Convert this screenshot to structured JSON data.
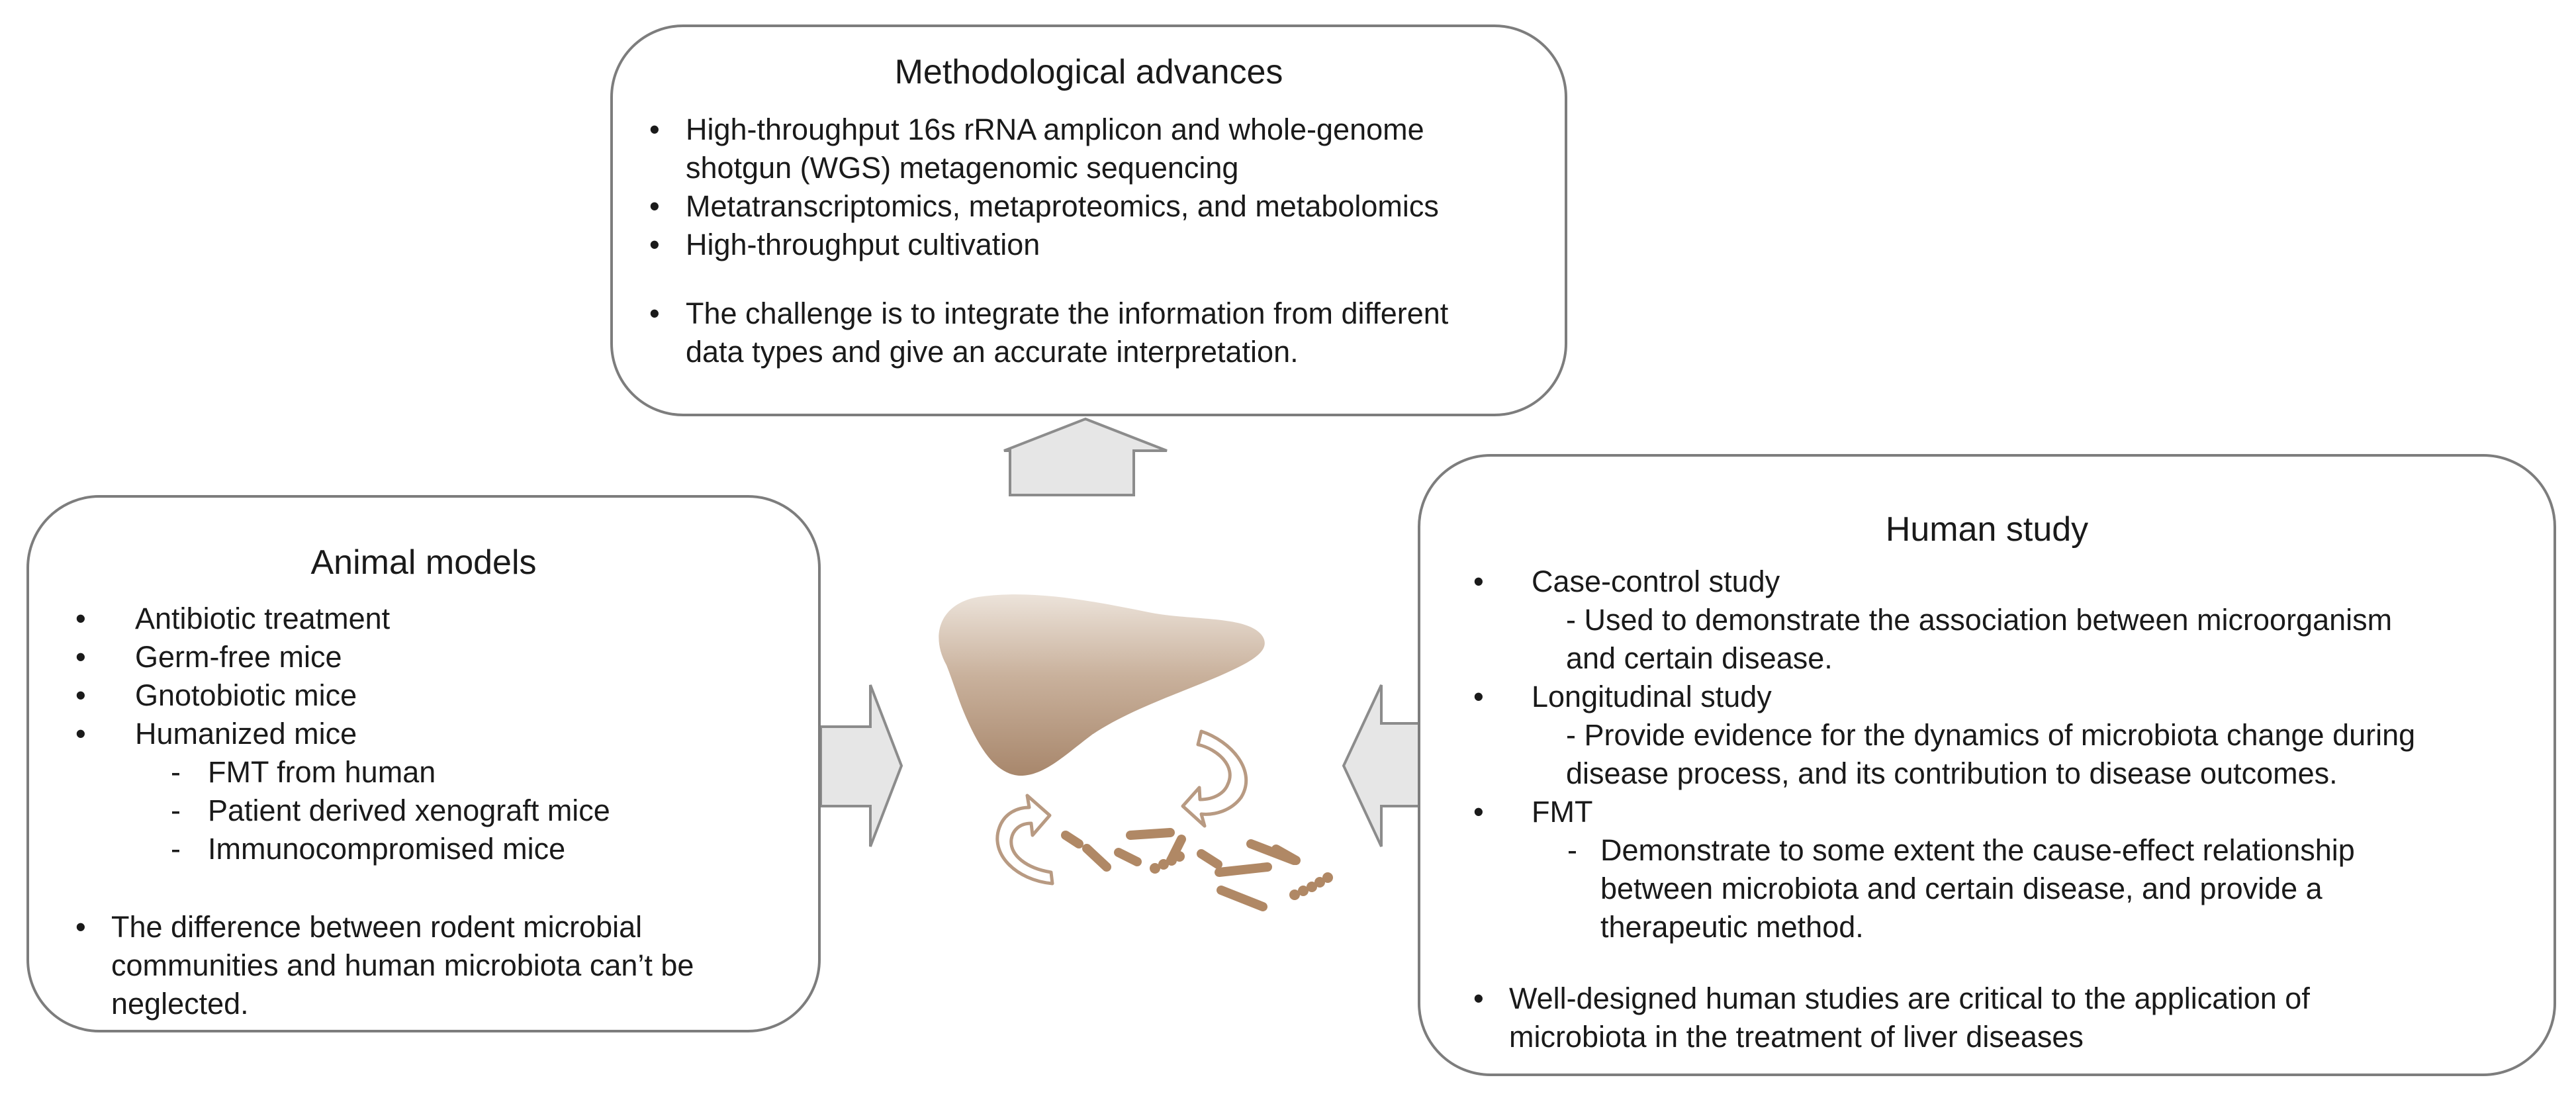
{
  "methodological": {
    "title": "Methodological advances",
    "bullets": [
      {
        "lines": [
          "High-throughput 16s rRNA amplicon and whole-genome",
          "shotgun (WGS) metagenomic sequencing"
        ]
      },
      {
        "lines": [
          "Metatranscriptomics, metaproteomics, and metabolomics"
        ]
      },
      {
        "lines": [
          "High-throughput cultivation"
        ]
      },
      {
        "lines": [
          "The challenge is to integrate the information from different",
          "data types and give an accurate interpretation."
        ]
      }
    ]
  },
  "animal": {
    "title": "Animal models",
    "bullets": [
      "Antibiotic treatment",
      "Germ-free mice",
      "Gnotobiotic mice",
      "Humanized mice"
    ],
    "sub_items": [
      "FMT from human",
      "Patient derived xenograft mice",
      "Immunocompromised mice"
    ],
    "note_lines": [
      "The difference between rodent microbial",
      "communities and human microbiota can’t be",
      "neglected."
    ]
  },
  "human": {
    "title": "Human study",
    "items": [
      {
        "label": "Case-control study",
        "detail_lines": [
          "- Used to demonstrate the association between microorganism",
          "and certain disease."
        ]
      },
      {
        "label": "Longitudinal study",
        "detail_lines": [
          "- Provide evidence for the dynamics of microbiota change during",
          "disease process, and its contribution to disease outcomes."
        ]
      },
      {
        "label": "FMT",
        "detail_lines": [
          "Demonstrate to some extent the cause-effect relationship",
          "between microbiota and certain disease, and provide a",
          "therapeutic method."
        ]
      }
    ],
    "note_lines": [
      "Well-designed human studies are critical to the application of",
      "microbiota in the treatment of liver diseases"
    ]
  },
  "symbols": {
    "bullet": "•",
    "dash": "-"
  },
  "colors": {
    "border": "#7d7d7d",
    "arrow_fill": "#e6e6e6",
    "liver": "#b79a82",
    "bacteria": "#b08865"
  }
}
